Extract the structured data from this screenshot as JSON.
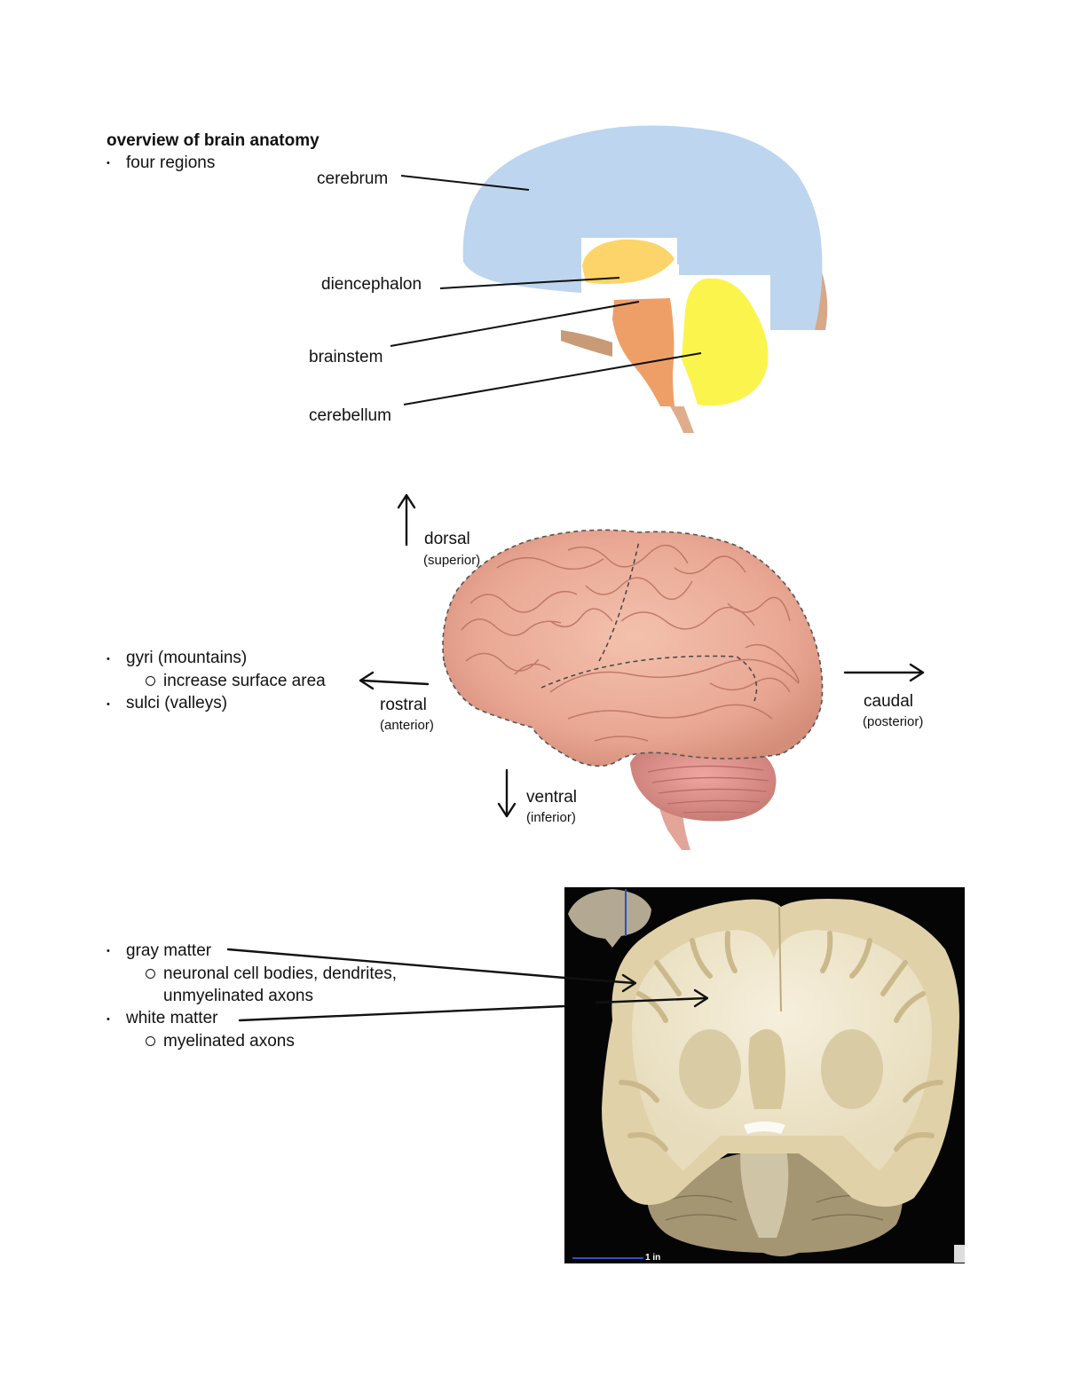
{
  "section1": {
    "heading": "overview of brain anatomy",
    "bullet": "four regions",
    "labels": {
      "cerebrum": "cerebrum",
      "diencephalon": "diencephalon",
      "brainstem": "brainstem",
      "cerebellum": "cerebellum"
    },
    "colors": {
      "cerebrum": "#bdd5ee",
      "diencephalon": "#fcd46a",
      "brainstem": "#ee9f68",
      "cerebellum": "#fbf44c"
    }
  },
  "section2": {
    "bullets": [
      "gyri (mountains)",
      "sulci (valleys)"
    ],
    "sub_bullet": "increase surface area",
    "directions": {
      "dorsal": "dorsal",
      "dorsal_sub": "(superior)",
      "rostral": "rostral",
      "rostral_sub": "(anterior)",
      "caudal": "caudal",
      "caudal_sub": "(posterior)",
      "ventral": "ventral",
      "ventral_sub": "(inferior)"
    }
  },
  "section3": {
    "gray_matter": "gray matter",
    "gray_sub_1": "neuronal cell bodies, dendrites,",
    "gray_sub_2": "unmyelinated axons",
    "white_matter": "white matter",
    "white_sub": "myelinated axons",
    "scale_label": "1 in"
  }
}
